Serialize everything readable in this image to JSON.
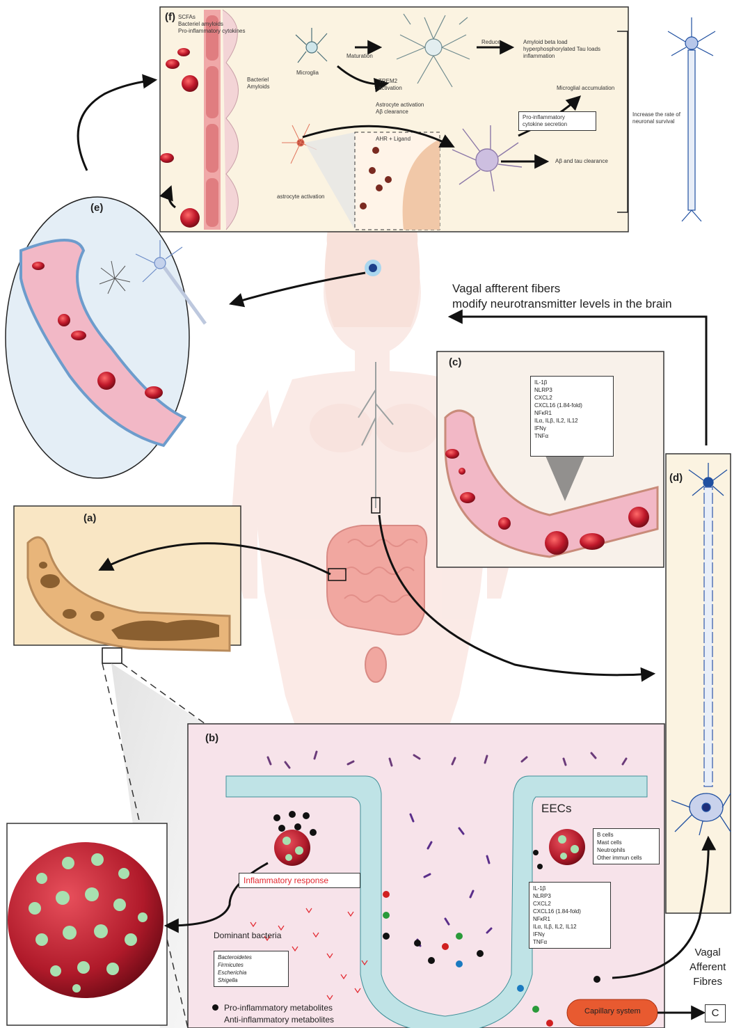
{
  "panels": {
    "a": "(a)",
    "b": "(b)",
    "c": "(c)",
    "d": "(d)",
    "e": "(e)",
    "f": "(f)"
  },
  "vagal_top": {
    "line1": "Vagal affterent  fibers",
    "line2": "modify neurotransmitter levels in the brain"
  },
  "panel_f": {
    "metabolites": [
      "SCFAs",
      "Bacteriel amyloids",
      "Pro-inflammatory cytokines"
    ],
    "bacterial_amyloids": [
      "Bacteriel",
      "Amyloids"
    ],
    "microglia": "Microglia",
    "maturation": "Maturation",
    "trem2": [
      "TREM2",
      "activation"
    ],
    "reduce": "Reduce",
    "reduce_effects": [
      "Amyloid beta load",
      "hyperphosphorylated Tau loads",
      "inflammation"
    ],
    "microglial_accumulation": "Microglial accumulation",
    "astrocyte_activation_top": [
      "Astrocyte activation",
      "Aβ clearance"
    ],
    "pro_inflammatory_box": [
      "Pro-inflammatory",
      "cytokine secretion"
    ],
    "neuronal_survival": [
      "Increase the rate of",
      "neuronal survival"
    ],
    "ahr_ligand": "AHR + Ligand",
    "abeta_tau": "Aβ and tau clearance",
    "astrocyte_activation_bottom": "astrocyte activation"
  },
  "panel_c": {
    "cytokines": [
      "IL-1β",
      "NLRP3",
      "CXCL2",
      "CXCL16 (1.84-fold)",
      "NFκR1",
      "ILα, ILβ, IL2, IL12",
      "IFNγ",
      "TNFα"
    ]
  },
  "panel_b": {
    "eecs": "EECs",
    "immune_cells": [
      "B cells",
      "Mast cells",
      "Neutrophils",
      "Other immun cells"
    ],
    "cytokines": [
      "IL-1β",
      "NLRP3",
      "CXCL2",
      "CXCL16 (1.84-fold)",
      "NFκR1",
      "ILα, ILβ, IL2, IL12",
      "IFNγ",
      "TNFα"
    ],
    "inflammatory_response": "Inflammatory response",
    "dominant_bacteria": "Dominant bacteria",
    "bacteria_list": [
      "Bacteroidetes",
      "Firmicutes",
      "Escherichia",
      "Shigella"
    ],
    "legend_pro": "Pro-inflammatory metabolites",
    "legend_anti": "Anti-inflammatory metabolites",
    "capillary": "Capillary system",
    "c_ref": "C"
  },
  "vagal_bottom": [
    "Vagal",
    "Afferent",
    "Fibres"
  ],
  "colors": {
    "panel_f_bg": "#fbf3e1",
    "panel_e_bg": "#e4eef6",
    "panel_a_bg": "#f9e6c4",
    "panel_b_bg": "#f7e3ea",
    "panel_c_bg": "#f8f1ea",
    "body_skin": "#f7d9d2",
    "vessel_pink": "#f2b8c6",
    "rbc_red": "#c0192b",
    "villi_teal": "#bfe3e6",
    "inflammatory_red": "#e3262e"
  }
}
